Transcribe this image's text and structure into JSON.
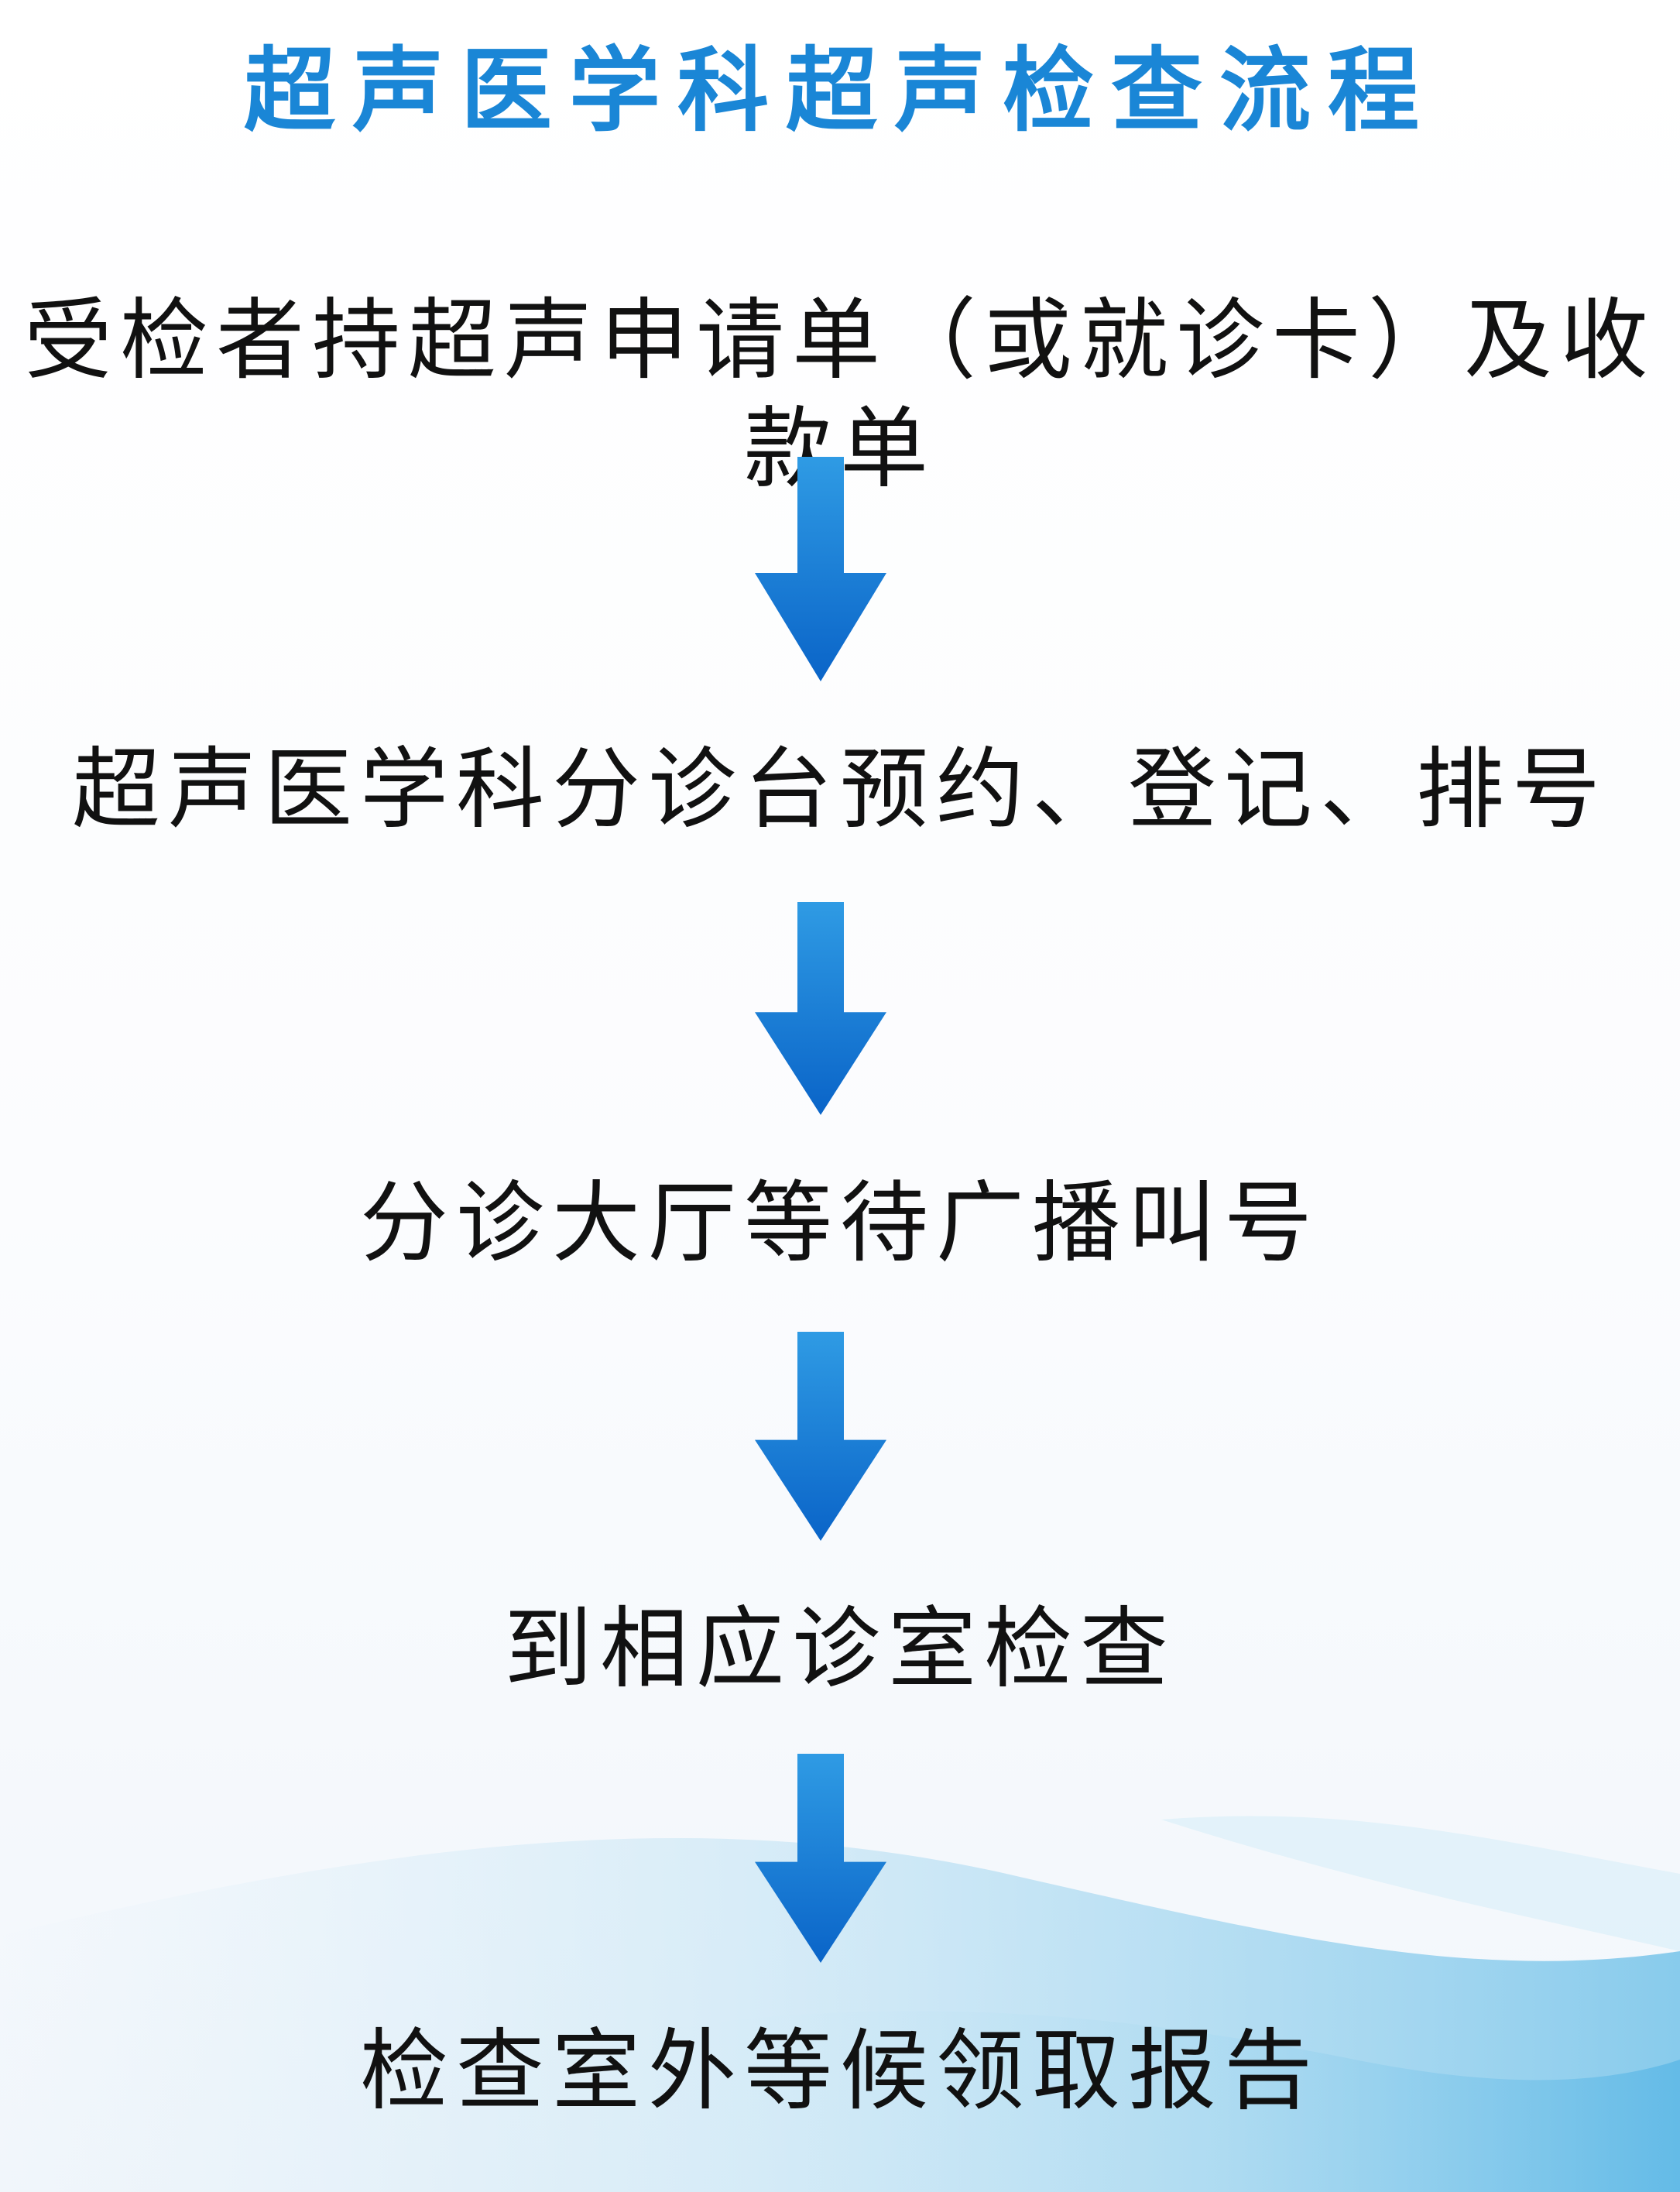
{
  "title": "超声医学科超声检查流程",
  "steps": [
    "受检者持超声申请单（或就诊卡）及收款单",
    "超声医学科分诊台预约、登记、排号",
    "分诊大厅等待广播叫号",
    "到相应诊室检查",
    "检查室外等候领取报告"
  ],
  "colors": {
    "title": "#1a86d6",
    "arrow_light": "#2f9be4",
    "arrow_dark": "#0a64c8",
    "step_text": "#111111",
    "wave": "#8ccbea"
  },
  "icons": [
    "down-arrow-icon"
  ]
}
